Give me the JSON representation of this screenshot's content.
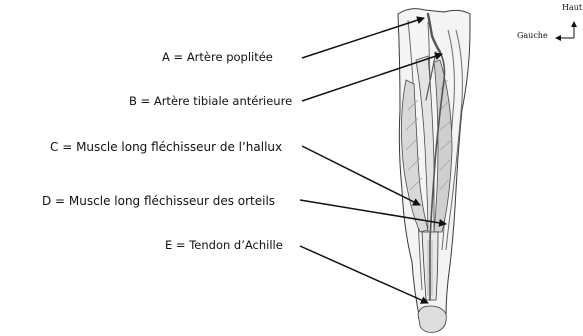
{
  "labels": {
    "a": "A = Artère poplitée",
    "b": "B = Artère tibiale antérieure",
    "c": "C = Muscle long fléchisseur de l’hallux",
    "d": "D = Muscle long fléchisseur des orteils",
    "e": "E = Tendon d’Achille"
  },
  "orientation": {
    "top": "Haut",
    "left": "Gauche"
  },
  "colors": {
    "text": "#111111",
    "outline": "#3a3a3a",
    "muscle_fill": "#dcdcdc",
    "artery": "#555555"
  }
}
